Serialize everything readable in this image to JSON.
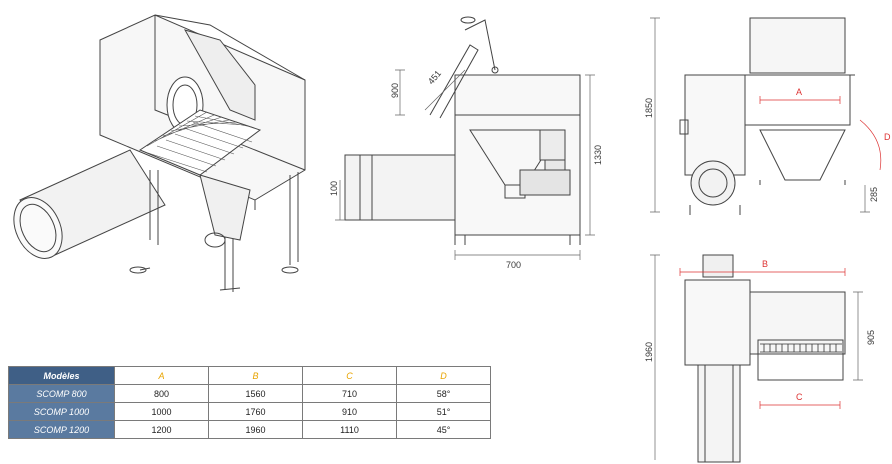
{
  "dimensions": {
    "arm_length": "451",
    "arm_height": "900",
    "total_height": "1330",
    "inlet_height": "100",
    "depth": "700",
    "front_height": "1850",
    "label_a": "A",
    "label_d": "D",
    "base_height": "285",
    "label_b": "B",
    "top_height": "1960",
    "width": "905",
    "label_c": "C"
  },
  "table": {
    "headers": [
      "Modèles",
      "A",
      "B",
      "C",
      "D"
    ],
    "rows": [
      {
        "model": "SCOMP 800",
        "a": "800",
        "b": "1560",
        "c": "710",
        "d": "58°"
      },
      {
        "model": "SCOMP 1000",
        "a": "1000",
        "b": "1760",
        "c": "910",
        "d": "51°"
      },
      {
        "model": "SCOMP 1200",
        "a": "1200",
        "b": "1960",
        "c": "1110",
        "d": "45°"
      }
    ]
  },
  "colors": {
    "header_bg": "#3f5f86",
    "model_bg": "#5a7aa0",
    "accent_letters": "#e8a400",
    "dimension_red": "#d33"
  }
}
